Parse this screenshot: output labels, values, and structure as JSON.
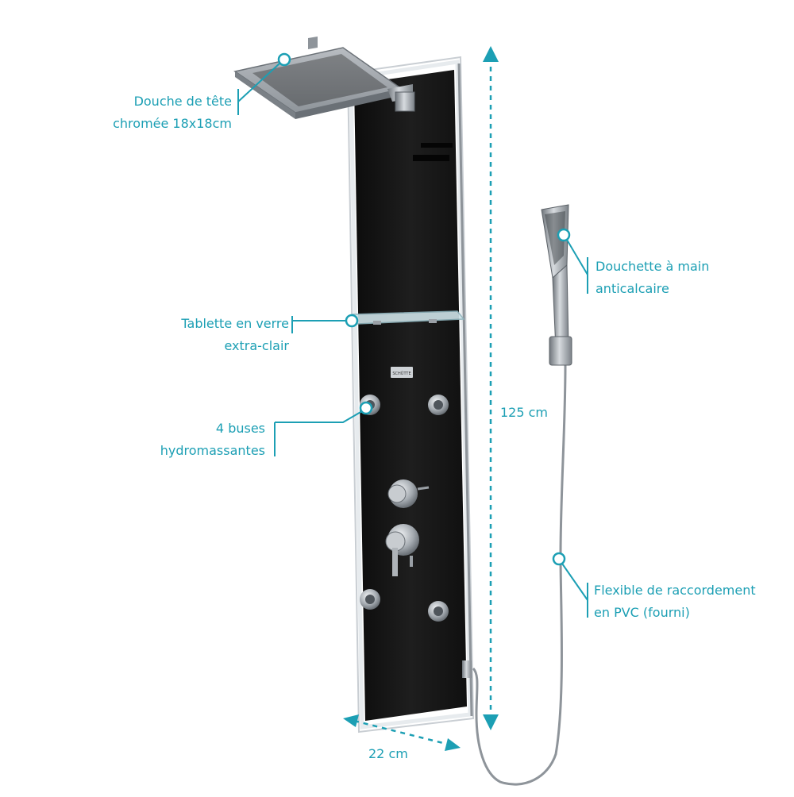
{
  "colors": {
    "accent": "#1c9fb4",
    "panel": "#161616",
    "chrome": "#9aa0a6",
    "white": "#ffffff"
  },
  "labels": {
    "shower_head": {
      "line1": "Douche de tête",
      "line2": "chromée 18x18cm"
    },
    "shelf": {
      "line1": "Tablette en verre",
      "line2": "extra-clair"
    },
    "jets": {
      "line1": "4 buses",
      "line2": "hydromassantes"
    },
    "hand_shower": {
      "line1": "Douchette à main",
      "line2": "anticalcaire"
    },
    "hose": {
      "line1": "Flexible de raccordement",
      "line2": "en PVC (fourni)"
    }
  },
  "dimensions": {
    "height": "125 cm",
    "width": "22 cm"
  },
  "brand_plate": "SCHÜTTE"
}
